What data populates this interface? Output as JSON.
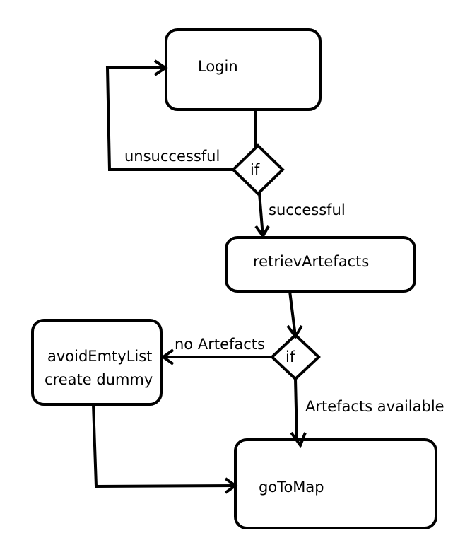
{
  "nodes": {
    "login": {
      "label": "Login"
    },
    "if_login": {
      "label": "if"
    },
    "retrieve": {
      "label": "retrievArtefacts"
    },
    "if_artefacts": {
      "label": "if"
    },
    "avoid": {
      "line1": "avoidEmtyList",
      "line2": "create dummy"
    },
    "goto_map": {
      "label": "goToMap"
    }
  },
  "edges": {
    "unsuccessful": "unsuccessful",
    "successful": "successful",
    "no_artefacts": "no Artefacts",
    "artefacts_available": "Artefacts available"
  }
}
